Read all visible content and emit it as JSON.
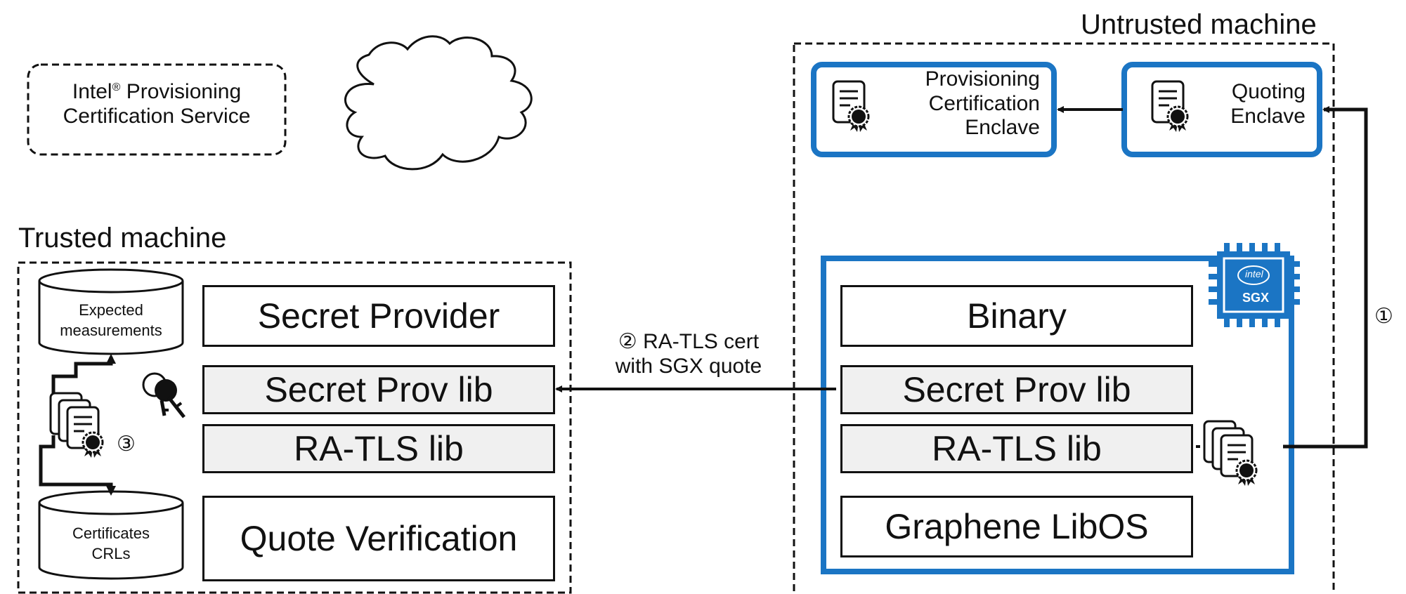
{
  "untrusted": {
    "title": "Untrusted machine",
    "pce_label": [
      "Provisioning",
      "Certification",
      "Enclave"
    ],
    "qe_label": [
      "Quoting",
      "Enclave"
    ],
    "enclave_logo": {
      "brand": "intel",
      "text": "SGX"
    },
    "layers": [
      "Binary",
      "Secret Prov lib",
      "RA-TLS lib",
      "Graphene LibOS"
    ]
  },
  "trusted": {
    "title": "Trusted machine",
    "db_top": [
      "Expected",
      "measurements"
    ],
    "db_bottom": [
      "Certificates",
      "CRLs"
    ],
    "layers": [
      "Secret Provider",
      "Secret Prov lib",
      "RA-TLS lib",
      "Quote Verification"
    ]
  },
  "pcs": {
    "line1_prefix": "Intel",
    "line1_reg": "®",
    "line1_suffix": " Provisioning",
    "line2": "Certification Service"
  },
  "arrow_label": [
    "② RA-TLS cert",
    "with SGX quote"
  ],
  "step_markers": [
    "①",
    "③"
  ],
  "colors": {
    "enclave_blue": "#1b75c4",
    "grey_fill": "#f0f0f0",
    "line": "#111111"
  }
}
